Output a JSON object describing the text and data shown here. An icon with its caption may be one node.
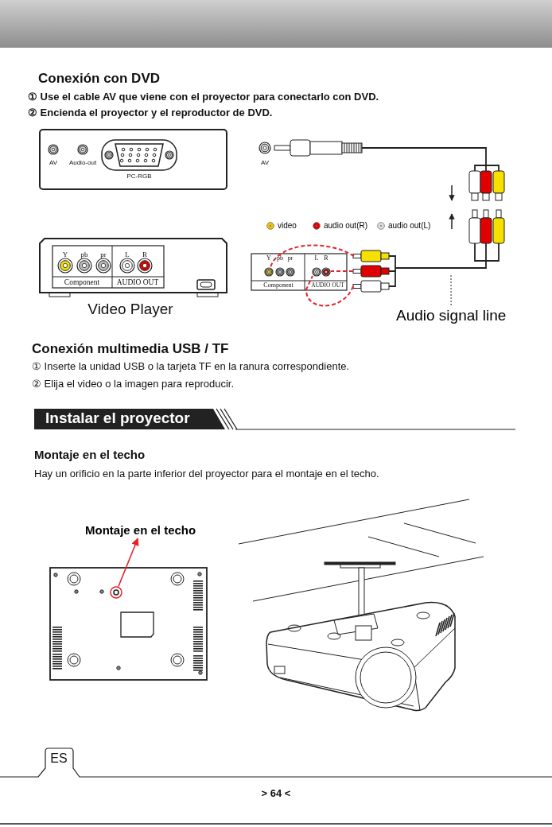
{
  "diagram": {
    "nodes": [
      {
        "text": [
          "Montaje en el techo"
        ]
      },
      {
        "text": [],
        "shape": "circle"
      },
      {
        "text": [
          "Audio signal line"
        ]
      }
    ],
    "edges": [
      {
        "from": 1,
        "to": 0,
        "arrow": "to",
        "color": "#e8202a"
      },
      {
        "from": 2,
        "to": null,
        "arrow": "none",
        "style": "dashed",
        "color": "#222222"
      }
    ],
    "labels": [
      "Conexión con DVD",
      "① Use el cable AV que viene con el proyector para conectarlo con DVD.",
      "② Encienda el proyector y el reproductor de DVD.",
      "AV",
      "Audio-out",
      "PC-RGB",
      "AV",
      "Y",
      "pb",
      "pr",
      "L",
      "R",
      "Component",
      "AUDIO OUT",
      "Video Player",
      "Y",
      "pb",
      "pr",
      "L",
      "R",
      "Component",
      "AUDIO OUT",
      "Conexión multimedia USB / TF",
      "① Inserte la unidad USB o la tarjeta TF en la ranura correspondiente.",
      "② Elija el video o la imagen para reproducir.",
      "Instalar el proyector",
      "Montaje en el techo",
      "Hay un orificio en la parte inferior del proyector para el montaje en el techo.",
      "ES",
      "> 64 <"
    ],
    "legend": [
      {
        "text": "video",
        "color": "#f0c000"
      },
      {
        "text": "audio out(R)",
        "color": "#e00000"
      },
      {
        "text": "audio out(L)",
        "color": "#dddddd"
      }
    ]
  }
}
